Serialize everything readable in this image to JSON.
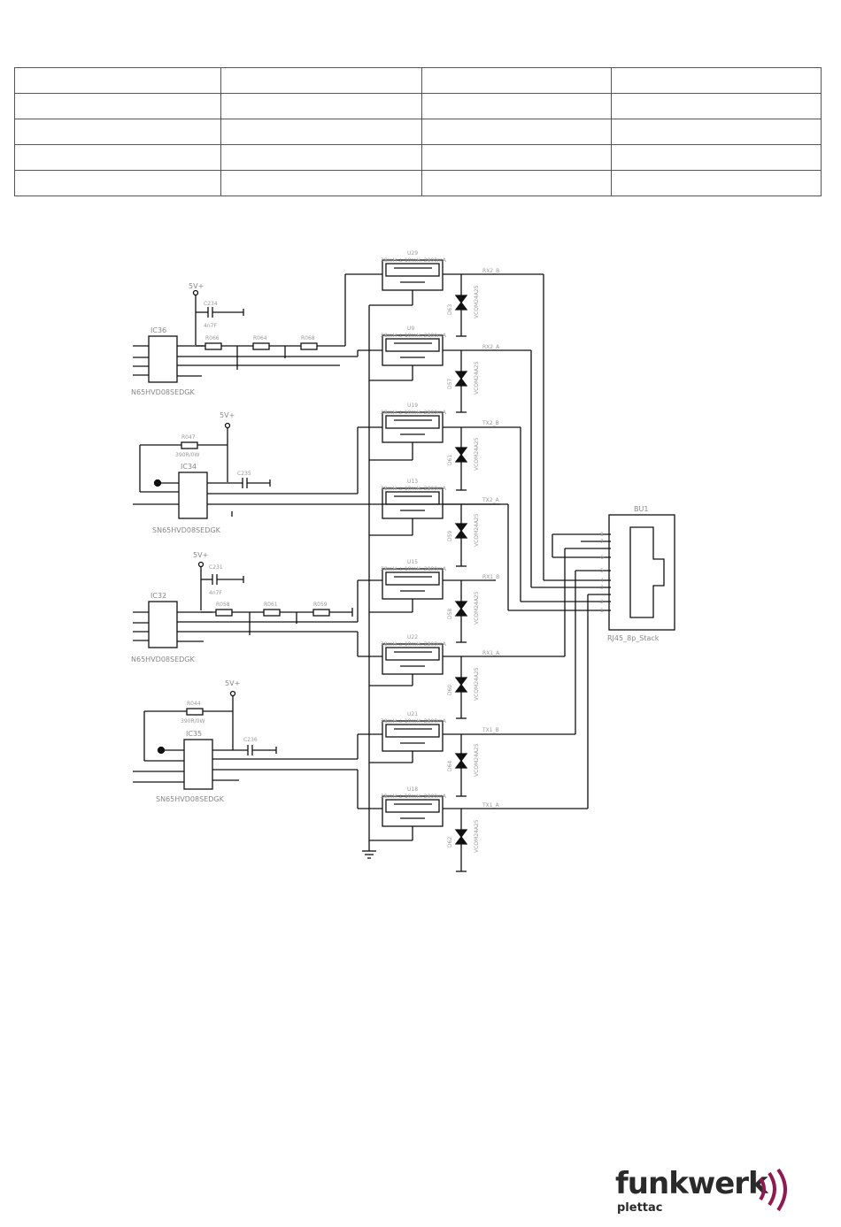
{
  "table": {
    "rows": 5,
    "cols": 4
  },
  "schematic": {
    "power_labels": [
      "5V+",
      "5V+",
      "5V+",
      "5V+"
    ],
    "ics": [
      {
        "ref": "IC36",
        "part": "N65HVD08SEDGK"
      },
      {
        "ref": "IC34",
        "part": "SN65HVD08SEDGK"
      },
      {
        "ref": "IC32",
        "part": "N65HVD08SEDGK"
      },
      {
        "ref": "IC35",
        "part": "SN65HVD08SEDGK"
      }
    ],
    "caps": [
      {
        "ref": "C234",
        "val": "4n7F"
      },
      {
        "ref": "C235",
        "val": ""
      },
      {
        "ref": "C231",
        "val": "4n7F"
      },
      {
        "ref": "C236",
        "val": ""
      }
    ],
    "resistors_top": [
      "R066",
      "R064",
      "R068"
    ],
    "resistors_mid": [
      "R058",
      "R061",
      "R059"
    ],
    "pullups": [
      {
        "ref": "R047",
        "val": "390R/0W"
      },
      {
        "ref": "R044",
        "val": "390R/0W"
      }
    ],
    "transformers": [
      "U29",
      "U9",
      "U19",
      "U13",
      "U15",
      "U22",
      "U21",
      "U18"
    ],
    "transformer_spec": "28mH ± 10mH: 2800mA",
    "tvs": [
      "D63",
      "D57",
      "D61",
      "D59",
      "D58",
      "D60",
      "D64",
      "D62"
    ],
    "tvs_part": "VCOM24A25",
    "nets": [
      "RX2_B",
      "RX2_A",
      "TX2_B",
      "TX2_A",
      "RX1_B",
      "RX1_A",
      "TX1_B",
      "TX1_A"
    ],
    "connector": {
      "ref": "BU1",
      "part": "RJ45_8p_Stack",
      "pins": [
        "8",
        "7",
        "6",
        "5",
        "4",
        "3",
        "2",
        "1"
      ]
    }
  },
  "brand": {
    "name": "funkwerk",
    "sub": "plettac",
    "accent": "#8e1a4f"
  }
}
